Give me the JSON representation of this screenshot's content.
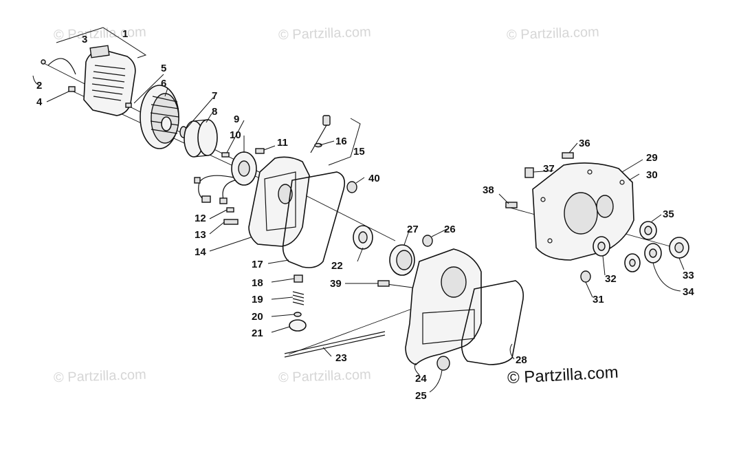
{
  "watermark": {
    "text": "© Partzilla.com",
    "copyright": "© Partzilla.com"
  },
  "callouts": {
    "c1": "1",
    "c2": "2",
    "c3": "3",
    "c4": "4",
    "c5": "5",
    "c6": "6",
    "c7": "7",
    "c8": "8",
    "c9": "9",
    "c10": "10",
    "c11": "11",
    "c12": "12",
    "c13": "13",
    "c14": "14",
    "c15": "15",
    "c16": "16",
    "c17": "17",
    "c18": "18",
    "c19": "19",
    "c20": "20",
    "c21": "21",
    "c22": "22",
    "c23": "23",
    "c24": "24",
    "c25": "25",
    "c26": "26",
    "c27": "27",
    "c28": "28",
    "c29": "29",
    "c30": "30",
    "c31": "31",
    "c32": "32",
    "c33": "33",
    "c34": "34",
    "c35": "35",
    "c36": "36",
    "c37": "37",
    "c38": "38",
    "c39": "39",
    "c40": "40"
  }
}
